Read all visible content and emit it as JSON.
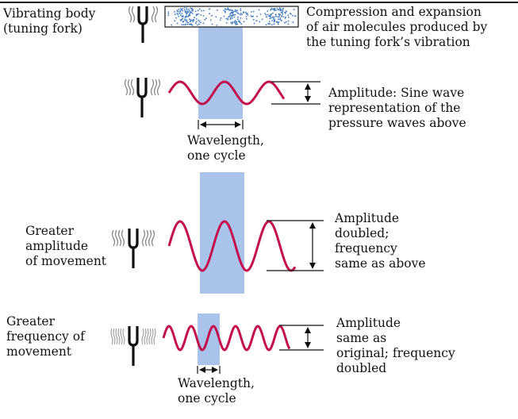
{
  "colors": {
    "wave": "#c40f4f",
    "band": "#aac3ea",
    "dots": "#3a78c0",
    "ink": "#111111"
  },
  "icons": [
    "tuning-fork-icon",
    "vibration-lines-icon",
    "dimension-arrow-icon"
  ],
  "panel_top": {
    "fork_label": "Vibrating body\n(tuning fork)",
    "caption": "Compression and expansion\nof air molecules produced by\nthe tuning fork’s vibration"
  },
  "panel_1": {
    "amplitude_label": "Amplitude: Sine wave\nrepresentation of the\npressure waves above",
    "wavelength_label": "Wavelength,\none cycle"
  },
  "panel_2": {
    "fork_label": "Greater\namplitude\nof movement",
    "amplitude_label": "Amplitude\ndoubled;\nfrequency\nsame as above"
  },
  "panel_3": {
    "fork_label": "Greater\nfrequency of\nmovement",
    "amplitude_label": "Amplitude\nsame as\noriginal; frequency\ndoubled",
    "wavelength_label": "Wavelength,\none cycle"
  }
}
